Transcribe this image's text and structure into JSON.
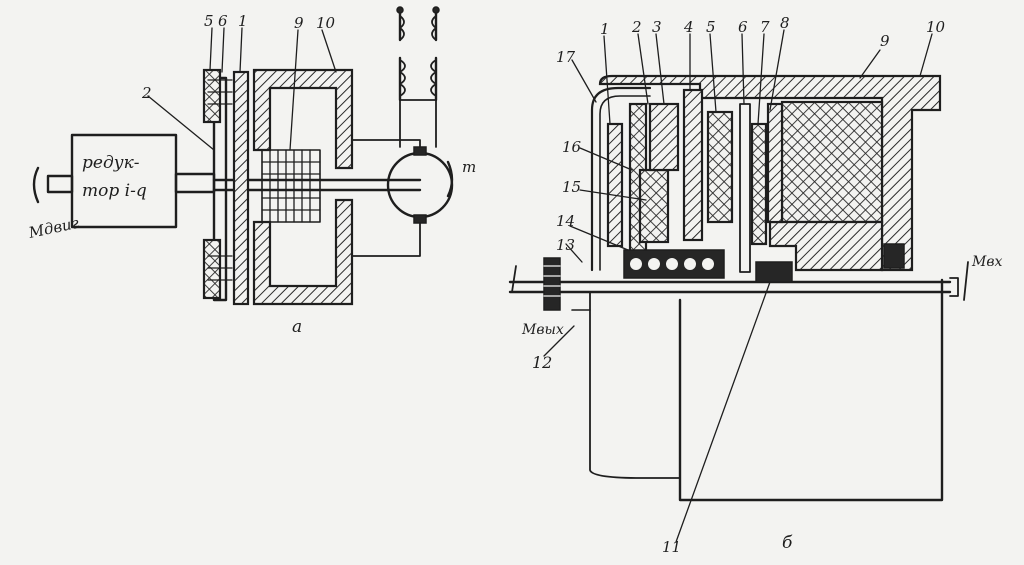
{
  "diagram_a": {
    "gearbox_text_line1": "редук-",
    "gearbox_text_line2": "тор i-q",
    "input_label": "Mдвиг",
    "motor_label": "m",
    "sub_label": "а",
    "labels": [
      "5",
      "6",
      "1",
      "9",
      "10",
      "2"
    ]
  },
  "diagram_b": {
    "right_shaft_label": "Mвх",
    "left_shaft_label": "Mвых",
    "sub_label": "б",
    "labels": [
      "1",
      "2",
      "3",
      "4",
      "5",
      "6",
      "7",
      "8",
      "9",
      "10",
      "11",
      "12",
      "13",
      "14",
      "15",
      "16",
      "17"
    ]
  }
}
